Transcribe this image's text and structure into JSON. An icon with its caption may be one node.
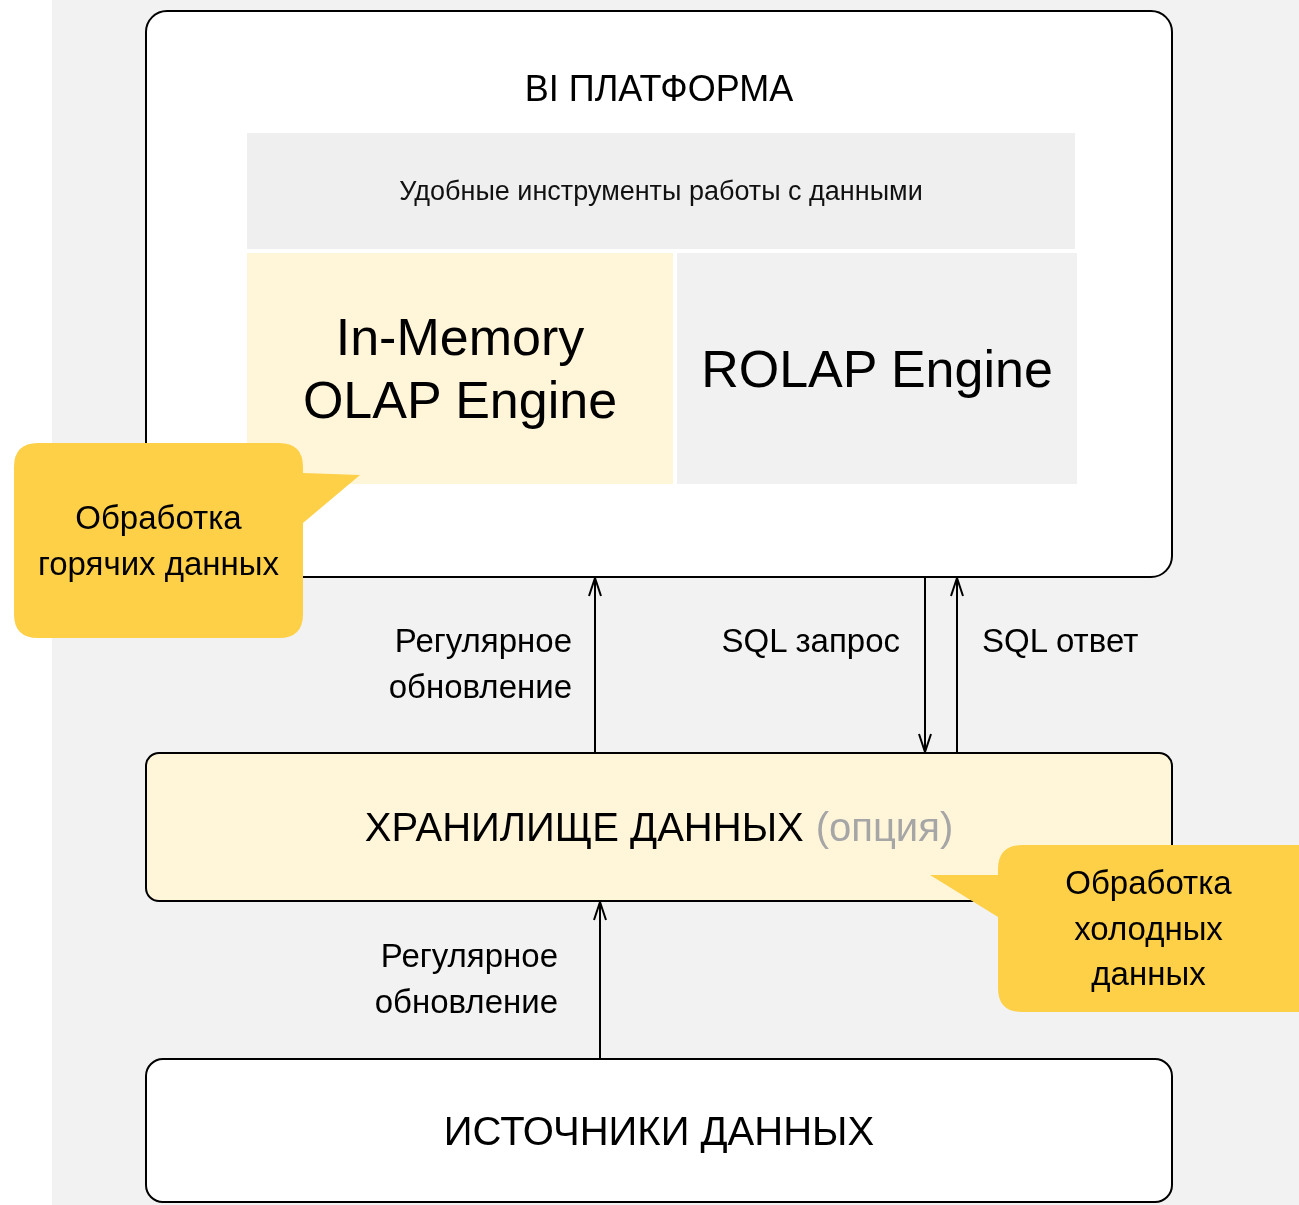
{
  "diagram": {
    "nodes": [
      {
        "text": [
          "BI ПЛАТФОРМА"
        ]
      },
      {
        "text": [
          "Удобные инструменты работы с данными"
        ],
        "in": 0
      },
      {
        "text": [
          "In-Memory OLAP Engine"
        ],
        "in": 0
      },
      {
        "text": [
          "ROLAP Engine"
        ],
        "in": 0
      },
      {
        "text": [
          "Обработка горячих данных"
        ]
      },
      {
        "text": [
          "ХРАНИЛИЩЕ ДАННЫХ",
          "(опция)"
        ]
      },
      {
        "text": [
          "Обработка холодных данных"
        ]
      },
      {
        "text": [
          "ИСТОЧНИКИ ДАННЫХ"
        ]
      }
    ],
    "edges": [
      {
        "from": 5,
        "to": 0,
        "arrow": "to",
        "label": "Регулярное обновление"
      },
      {
        "from": 0,
        "to": 5,
        "arrow": "to",
        "label": "SQL запрос"
      },
      {
        "from": 5,
        "to": 0,
        "arrow": "to",
        "label": "SQL ответ"
      },
      {
        "from": 7,
        "to": 5,
        "arrow": "to",
        "label": "Регулярное обновление"
      }
    ]
  }
}
